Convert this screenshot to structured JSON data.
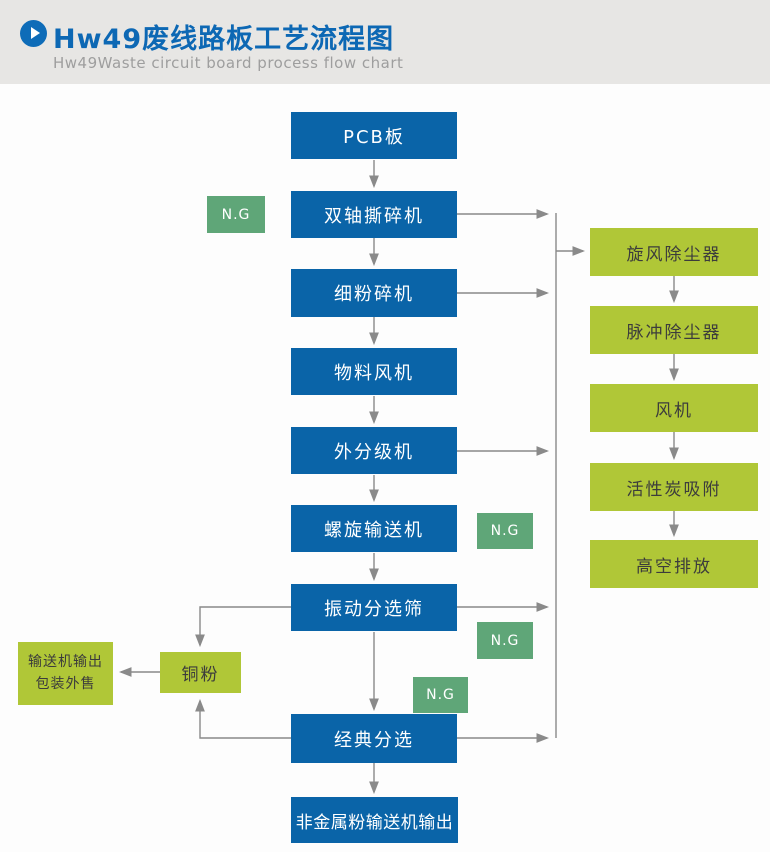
{
  "header": {
    "title": "Hw49废线路板工艺流程图",
    "subtitle": "Hw49Waste circuit board process flow chart"
  },
  "colors": {
    "title_blue": "#0d68b4",
    "node_blue": "#0a64a8",
    "node_yellow_green": "#b0c737",
    "node_green": "#5fa678",
    "arrow_gray": "#8a8a8a",
    "header_bg": "#e7e6e4"
  },
  "flow": {
    "main_nodes": [
      {
        "label": "PCB板"
      },
      {
        "label": "双轴撕碎机"
      },
      {
        "label": "细粉碎机"
      },
      {
        "label": "物料风机"
      },
      {
        "label": "外分级机"
      },
      {
        "label": "螺旋输送机"
      },
      {
        "label": "振动分选筛"
      },
      {
        "label": "经典分选"
      },
      {
        "label": "非金属粉输送机输出"
      }
    ],
    "dust_nodes": [
      {
        "label": "旋风除尘器"
      },
      {
        "label": "脉冲除尘器"
      },
      {
        "label": "风机"
      },
      {
        "label": "活性炭吸附"
      },
      {
        "label": "高空排放"
      }
    ],
    "ng_badges": [
      {
        "label": "N.G"
      },
      {
        "label": "N.G"
      },
      {
        "label": "N.G"
      },
      {
        "label": "N.G"
      }
    ],
    "copper_node": {
      "label": "铜粉"
    },
    "output_node": {
      "line1": "输送机输出",
      "line2": "包装外售"
    }
  }
}
